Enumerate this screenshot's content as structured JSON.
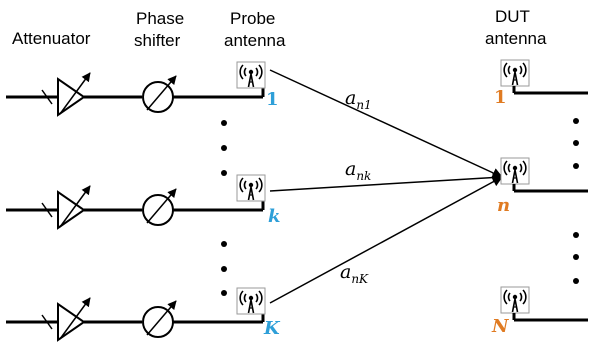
{
  "headers": {
    "attenuator": "Attenuator",
    "phase_shifter_line1": "Phase",
    "phase_shifter_line2": "shifter",
    "probe_line1": "Probe",
    "probe_line2": "antenna",
    "dut_line1": "DUT",
    "dut_line2": "antenna"
  },
  "probe_indices": [
    "1",
    "k",
    "K"
  ],
  "dut_indices": [
    "1",
    "n",
    "N"
  ],
  "coefficients": [
    {
      "base": "a",
      "sub": "n1"
    },
    {
      "base": "a",
      "sub": "nk"
    },
    {
      "base": "a",
      "sub": "nK"
    }
  ],
  "colors": {
    "probe_index": "#2e9fd8",
    "dut_index": "#e07b22",
    "lines": "#000000",
    "antenna_icon": "#000000"
  },
  "icons": {
    "attenuator": "attenuator-triangle-icon",
    "phase_shifter": "phase-shifter-circle-icon",
    "antenna": "antenna-signal-icon"
  }
}
